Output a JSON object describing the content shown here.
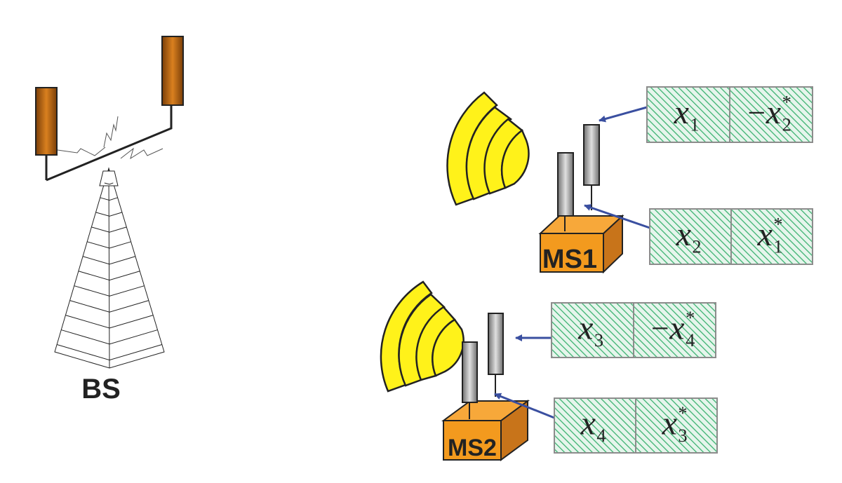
{
  "labels": {
    "base_station": "BS",
    "mobile_1": "MS1",
    "mobile_2": "MS2"
  },
  "colors": {
    "bs_antenna": "#c06a10",
    "ms_body": "#f39a1e",
    "ms_body_side": "#c8741a",
    "ms_antenna": "#b8b8b8",
    "wave": "#fff21a",
    "arrow": "#3a4fa0",
    "block_hatch": "#3cb371",
    "block_bg": "#e6f5ec",
    "block_border": "#8c8c8c"
  },
  "symbol_blocks": {
    "ms1_antenna1": [
      {
        "neg": "",
        "base": "x",
        "sub": "1",
        "conj": ""
      },
      {
        "neg": "−",
        "base": "x",
        "sub": "2",
        "conj": "*"
      }
    ],
    "ms1_antenna2": [
      {
        "neg": "",
        "base": "x",
        "sub": "2",
        "conj": ""
      },
      {
        "neg": "",
        "base": "x",
        "sub": "1",
        "conj": "*"
      }
    ],
    "ms2_antenna1": [
      {
        "neg": "",
        "base": "x",
        "sub": "3",
        "conj": ""
      },
      {
        "neg": "−",
        "base": "x",
        "sub": "4",
        "conj": "*"
      }
    ],
    "ms2_antenna2": [
      {
        "neg": "",
        "base": "x",
        "sub": "4",
        "conj": ""
      },
      {
        "neg": "",
        "base": "x",
        "sub": "3",
        "conj": "*"
      }
    ]
  }
}
